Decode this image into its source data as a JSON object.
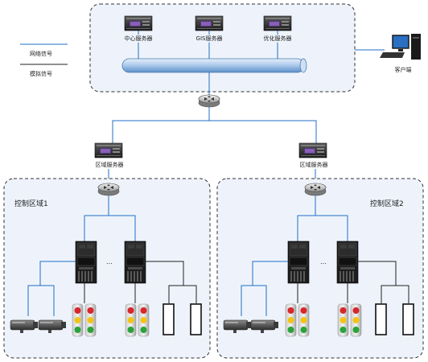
{
  "legend": {
    "network_signal": "网络信号",
    "analog_signal": "模拟信号"
  },
  "top_servers": [
    {
      "label": "中心服务器"
    },
    {
      "label": "GIS服务器"
    },
    {
      "label": "优化服务器"
    }
  ],
  "client": {
    "label": "客户端"
  },
  "regional_servers": [
    {
      "label": "区域服务器"
    },
    {
      "label": "区域服务器"
    }
  ],
  "zones": [
    {
      "label": "控制区域1",
      "ellipsis": "…"
    },
    {
      "label": "控制区域2",
      "ellipsis": "…"
    }
  ],
  "colors": {
    "network_line": "#1f6fc4",
    "analog_line": "#222222",
    "zone_fill": "#eef3fb",
    "zone_border": "#333333",
    "bus_fill": "#bcd6f2",
    "light_red": "#d8262b",
    "light_yellow": "#f2c418",
    "light_green": "#2aa43a"
  }
}
